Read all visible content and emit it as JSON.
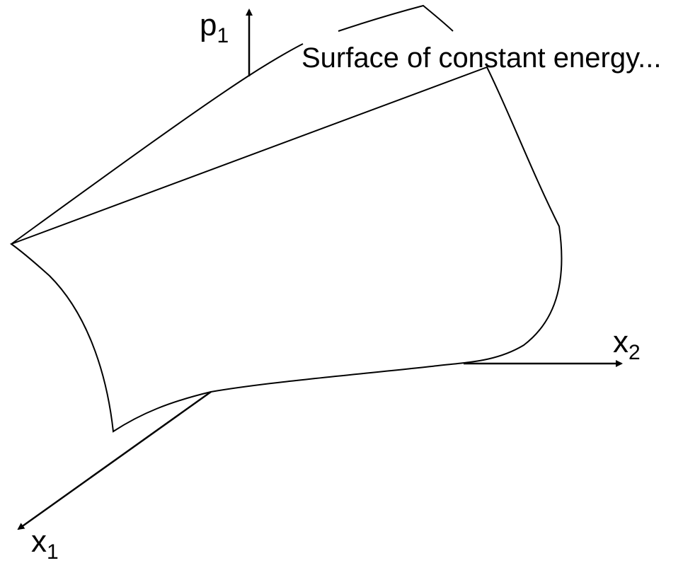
{
  "caption": "Surface of constant energy...",
  "axes": {
    "p": {
      "symbol": "p",
      "subscript": "1"
    },
    "x2": {
      "symbol": "x",
      "subscript": "2"
    },
    "x1": {
      "symbol": "x",
      "subscript": "1"
    }
  },
  "colors": {
    "stroke": "#000000",
    "background": "#ffffff"
  }
}
